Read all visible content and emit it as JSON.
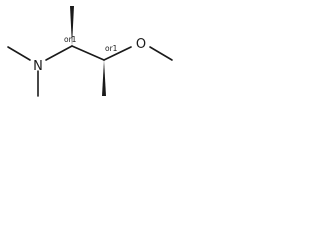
{
  "molecule": {
    "atoms": {
      "nitrogen": "N",
      "oxygen": "O"
    },
    "stereo_labels": {
      "c2": "or1",
      "c3": "or1"
    }
  }
}
